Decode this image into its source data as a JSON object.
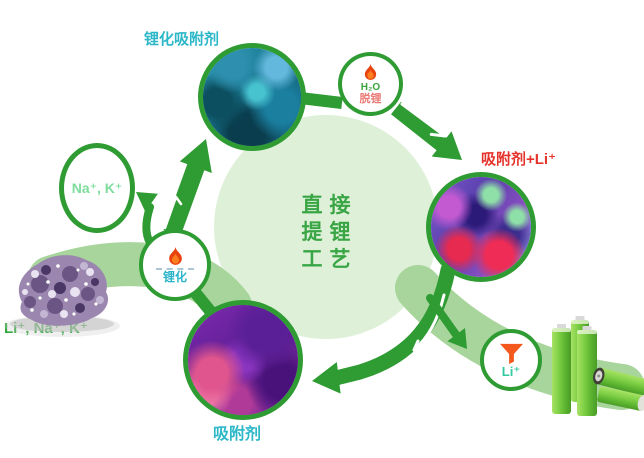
{
  "diagram": {
    "center": {
      "lines": [
        "直接",
        "提锂",
        "工艺"
      ]
    },
    "nodes": {
      "lithiated_adsorbent": {
        "label": "锂化吸附剂"
      },
      "delithiation": {
        "formula": "H₂O",
        "label": "脱锂",
        "icon": "flame-icon"
      },
      "adsorbent_with_li": {
        "label": "吸附剂+Li⁺"
      },
      "adsorbent": {
        "label": "吸附剂"
      },
      "lithiation": {
        "label": "锂化",
        "icon": "flame-icon"
      },
      "na_k": {
        "label": "Na⁺, K⁺"
      },
      "feed_ore": {
        "label": "Li⁺, Na⁺, K⁺"
      },
      "li_extract": {
        "label": "Li⁺",
        "icon": "funnel-icon"
      },
      "batteries": {
        "icon": "battery-icon"
      }
    },
    "colors": {
      "arrow_green": "#2f9b33",
      "band_green": "#a7d59b",
      "center_fill": "#def1d8",
      "teal_label": "#2cb8c8",
      "red_label": "#e5332c",
      "green_label": "#2fa83c",
      "light_green_label": "#7ddc9c",
      "delith_label": "#e97b76",
      "li_label": "#30c9a0",
      "flame_orange": "#e8430f",
      "funnel_orange": "#f4581c",
      "battery_green": "#7fd046"
    }
  }
}
